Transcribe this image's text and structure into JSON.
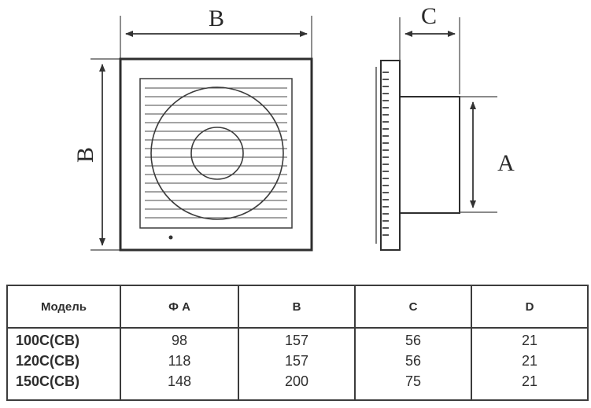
{
  "drawing": {
    "front_view": {
      "width_label": "B",
      "height_label": "B"
    },
    "side_view": {
      "depth_label": "C",
      "diameter_label": "A"
    }
  },
  "table": {
    "headers": [
      "Модель",
      "Ф A",
      "B",
      "C",
      "D"
    ],
    "rows": [
      {
        "model": "100C(CB)",
        "a": "98",
        "b": "157",
        "c": "56",
        "d": "21"
      },
      {
        "model": "120C(CB)",
        "a": "118",
        "b": "157",
        "c": "56",
        "d": "21"
      },
      {
        "model": "150C(CB)",
        "a": "148",
        "b": "200",
        "c": "75",
        "d": "21"
      }
    ]
  }
}
